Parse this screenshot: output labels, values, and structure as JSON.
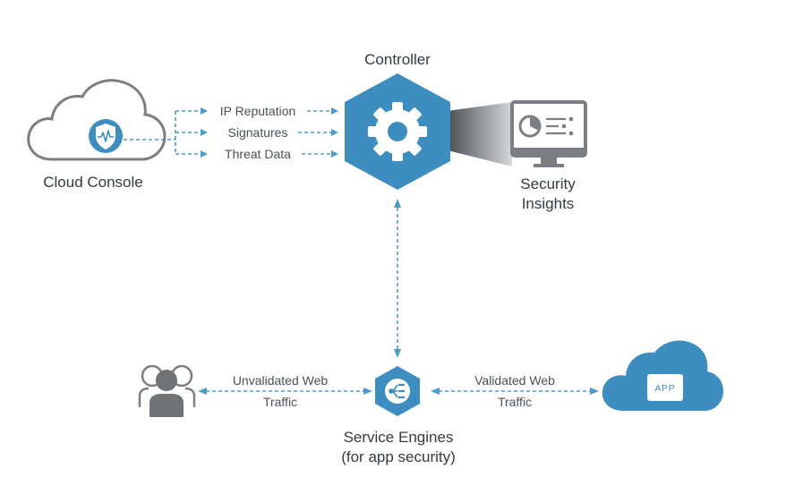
{
  "controller": {
    "title": "Controller"
  },
  "cloud_console": {
    "title": "Cloud Console"
  },
  "feeds": [
    {
      "label": "IP Reputation"
    },
    {
      "label": "Signatures"
    },
    {
      "label": "Threat Data"
    }
  ],
  "security_insights": {
    "line1": "Security",
    "line2": "Insights"
  },
  "service_engines": {
    "line1": "Service Engines",
    "line2": "(for app security)"
  },
  "unvalidated": {
    "line1": "Unvalidated Web",
    "line2": "Traffic"
  },
  "validated": {
    "line1": "Validated Web",
    "line2": "Traffic"
  },
  "app_cloud": {
    "badge": "APP"
  },
  "colors": {
    "accent_blue": "#4b9cc9",
    "hex_blue": "#3d8dc0",
    "gray_outline": "#7b7f83",
    "user_gray": "#6f7478"
  },
  "icons": [
    "cloud-icon",
    "shield-icon",
    "gear-icon",
    "monitor-icon",
    "users-icon",
    "service-engine-icon",
    "app-cloud-icon"
  ]
}
